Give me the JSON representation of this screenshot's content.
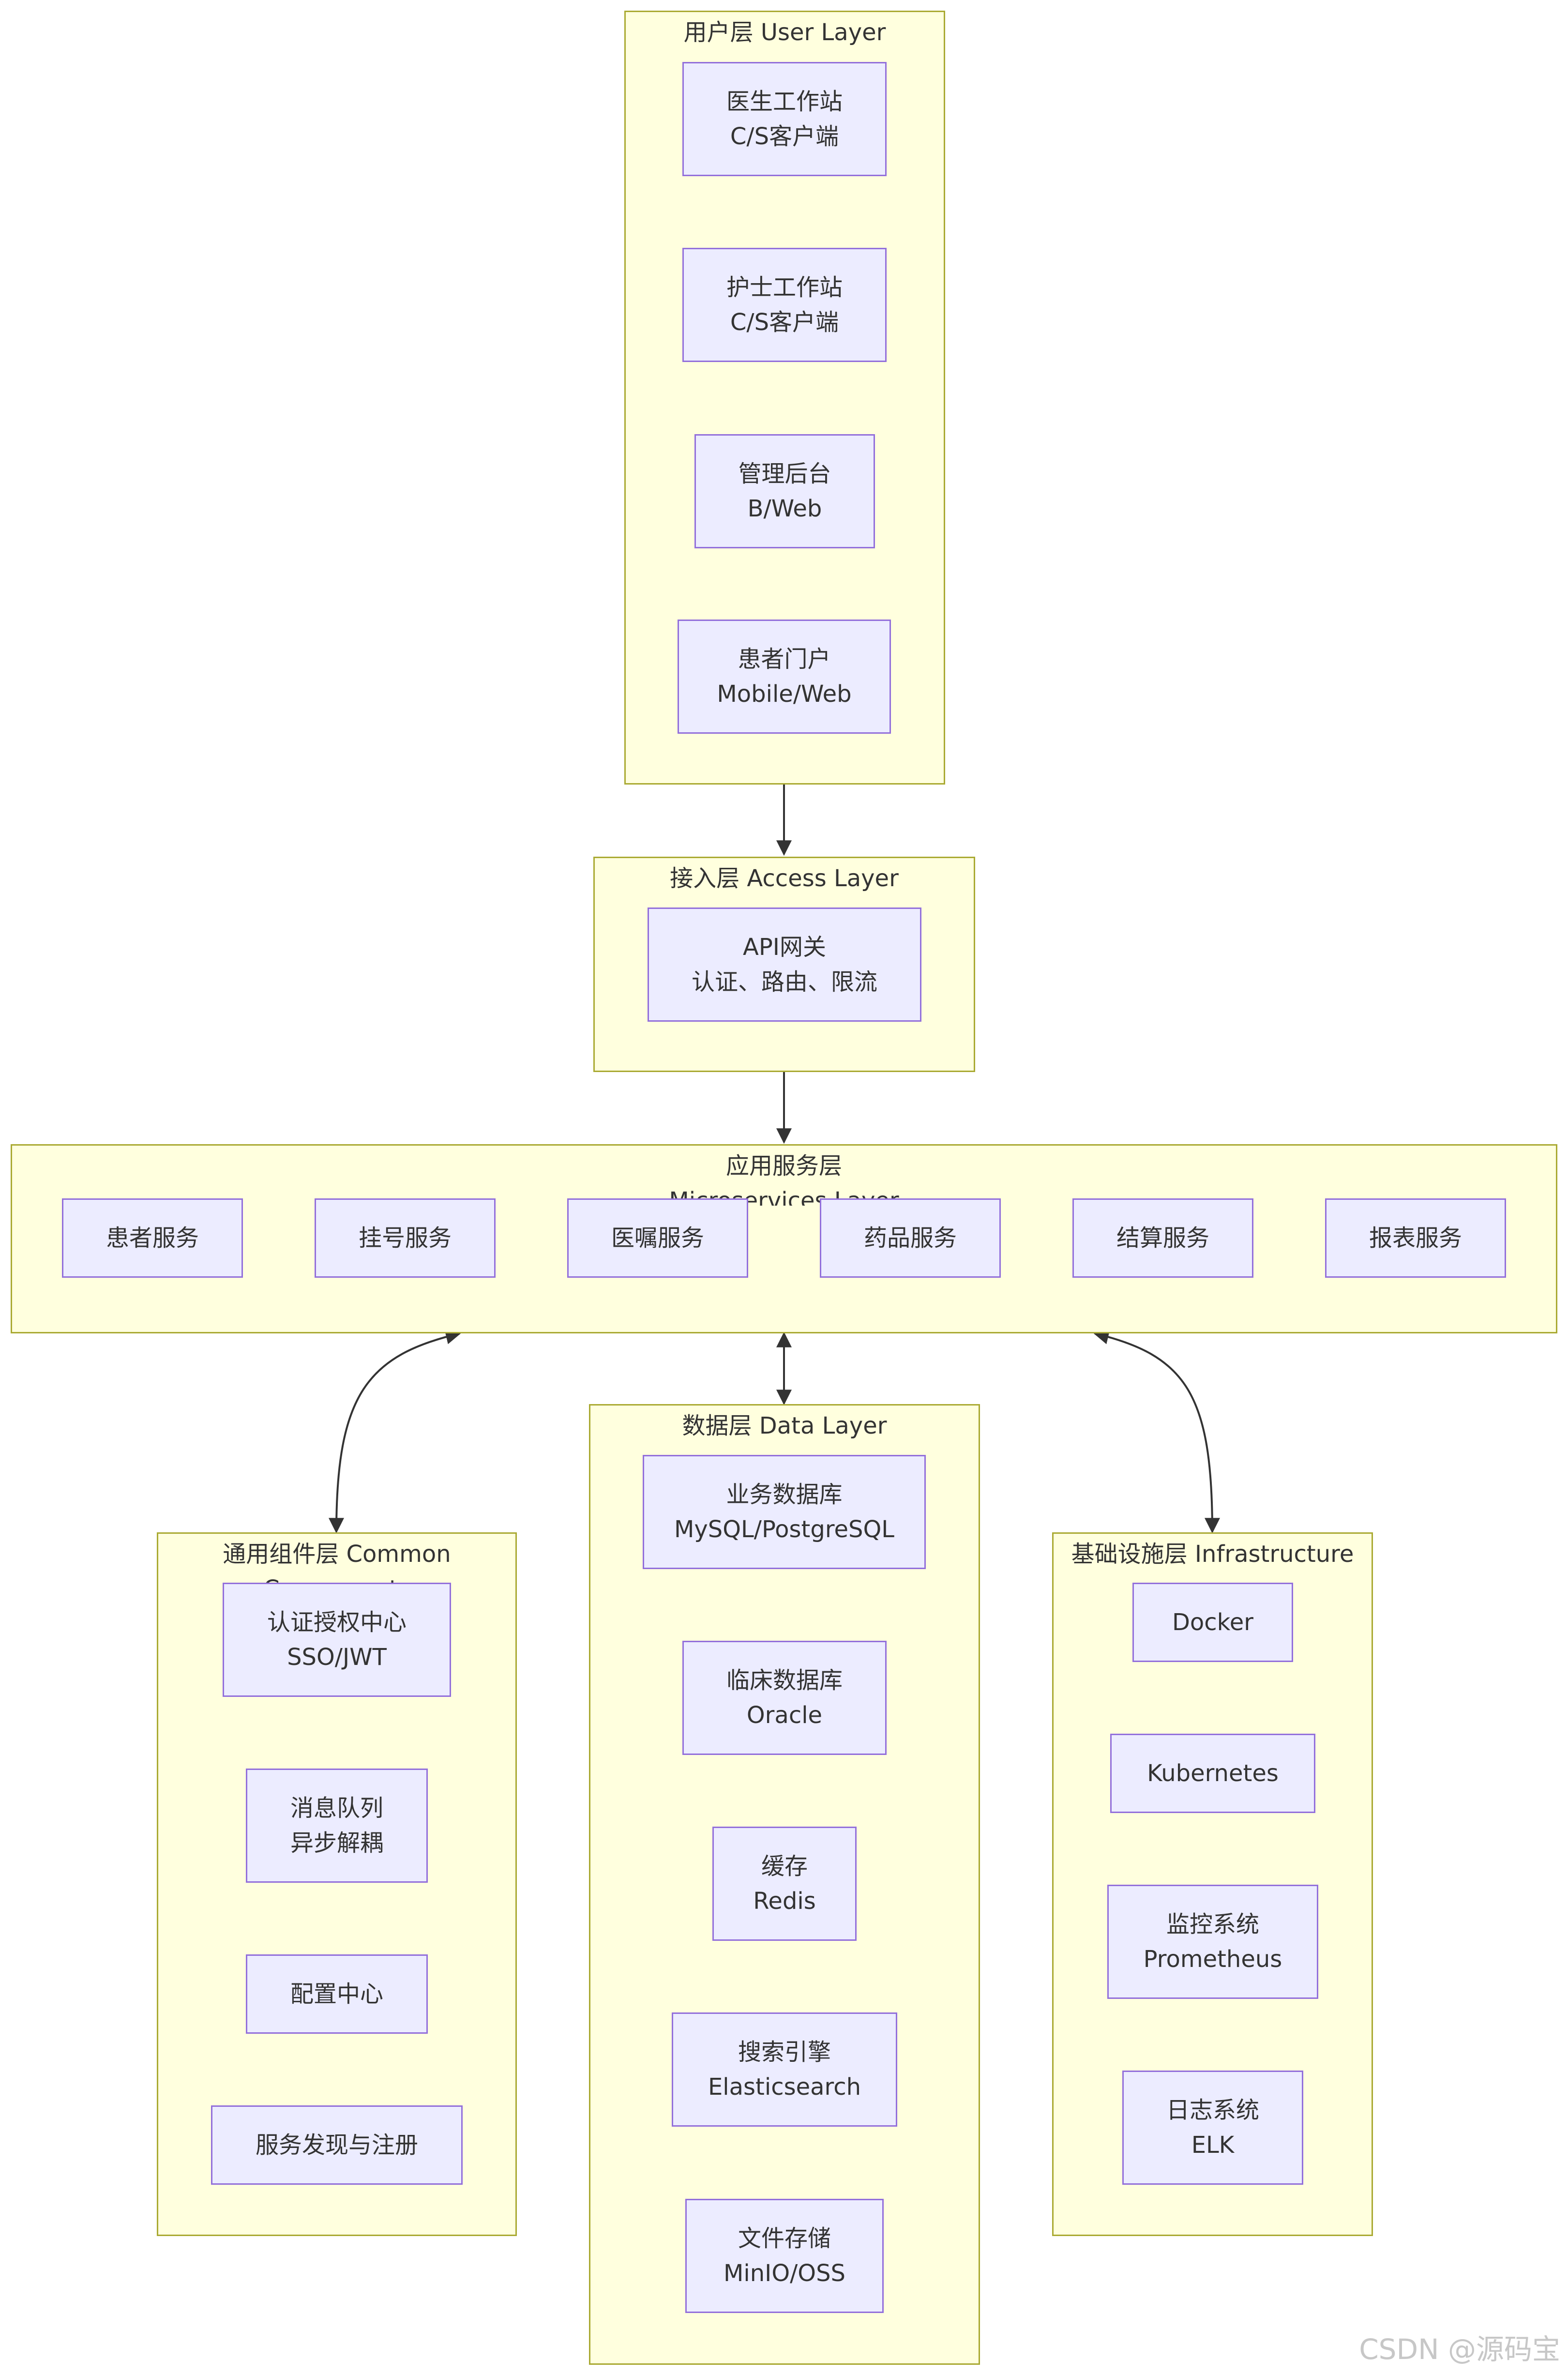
{
  "clusters": {
    "user": {
      "title": "用户层 User Layer",
      "nodes": [
        {
          "label": "医生工作站\nC/S客户端"
        },
        {
          "label": "护士工作站\nC/S客户端"
        },
        {
          "label": "管理后台\nB/Web"
        },
        {
          "label": "患者门户\nMobile/Web"
        }
      ]
    },
    "access": {
      "title": "接入层 Access Layer",
      "nodes": [
        {
          "label": "API网关\n认证、路由、限流"
        }
      ]
    },
    "micro": {
      "title": "应用服务层\nMicroservices Layer",
      "nodes": [
        {
          "label": "患者服务"
        },
        {
          "label": "挂号服务"
        },
        {
          "label": "医嘱服务"
        },
        {
          "label": "药品服务"
        },
        {
          "label": "结算服务"
        },
        {
          "label": "报表服务"
        }
      ]
    },
    "common": {
      "title": "通用组件层 Common\nComponents",
      "nodes": [
        {
          "label": "认证授权中心\nSSO/JWT"
        },
        {
          "label": "消息队列\n异步解耦"
        },
        {
          "label": "配置中心"
        },
        {
          "label": "服务发现与注册"
        }
      ]
    },
    "data": {
      "title": "数据层 Data Layer",
      "nodes": [
        {
          "label": "业务数据库\nMySQL/PostgreSQL"
        },
        {
          "label": "临床数据库\nOracle"
        },
        {
          "label": "缓存\nRedis"
        },
        {
          "label": "搜索引擎\nElasticsearch"
        },
        {
          "label": "文件存储\nMinIO/OSS"
        }
      ]
    },
    "infra": {
      "title": "基础设施层 Infrastructure",
      "nodes": [
        {
          "label": "Docker"
        },
        {
          "label": "Kubernetes"
        },
        {
          "label": "监控系统\nPrometheus"
        },
        {
          "label": "日志系统\nELK"
        }
      ]
    }
  },
  "watermark": "CSDN @源码宝",
  "colors": {
    "cluster_fill": "#ffffde",
    "cluster_border": "#aaaa33",
    "node_fill": "#ececff",
    "node_border": "#9370db",
    "edge": "#333333"
  }
}
